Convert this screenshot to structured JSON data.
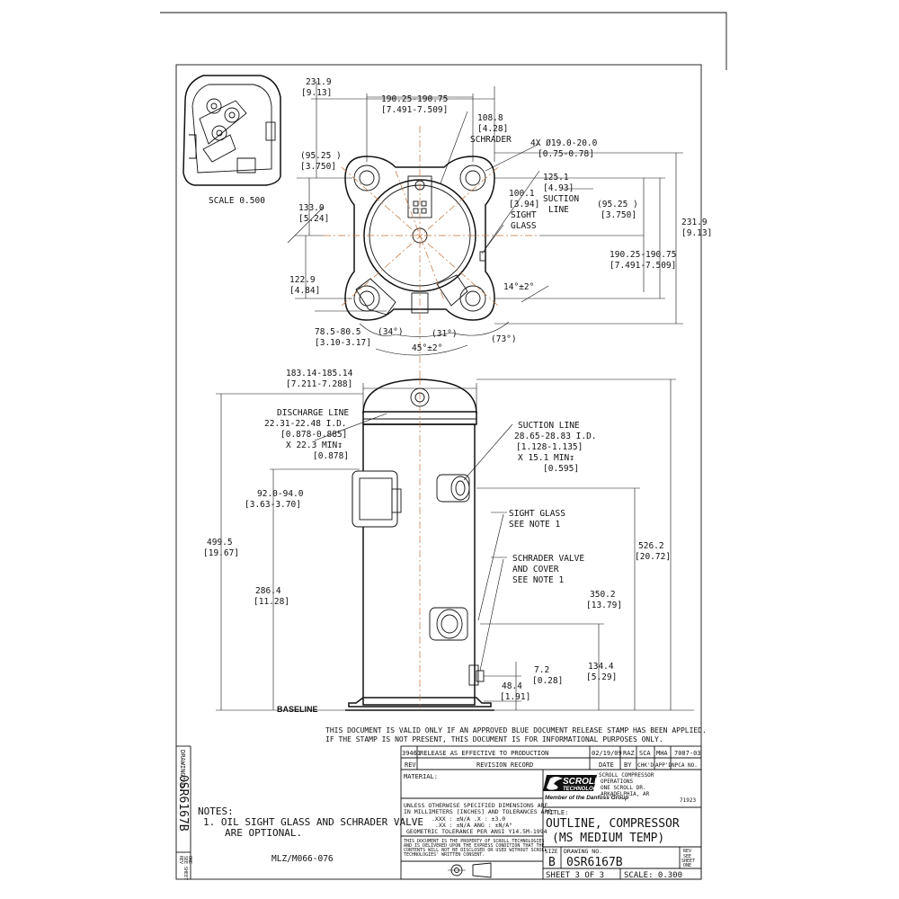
{
  "dims_top": {
    "d1": "231.9",
    "d1b": "[9.13]",
    "d2": "190.25-190.75",
    "d2b": "[7.491-7.509]",
    "d3": "108.8",
    "d3b": "[4.28]",
    "d3c": "SCHRADER",
    "d4": "4X Ø19.0-20.0",
    "d4b": "[0.75-0.78]",
    "d5": "(95.25 )",
    "d5b": "[3.750]",
    "d6": "125.1",
    "d6b": "[4.93]",
    "d6c": "SUCTION",
    "d6d": "LINE",
    "d7": "100.1",
    "d7b": "[3.94]",
    "d7c": "SIGHT",
    "d7d": "GLASS",
    "d8": "133.0",
    "d8b": "[5.24]",
    "d9": "(95.25 )",
    "d9b": "[3.750]",
    "d10": "231.9",
    "d10b": "[9.13]",
    "d11": "190.25-190.75",
    "d11b": "[7.491-7.509]",
    "d12": "122.9",
    "d12b": "[4.84]",
    "d13": "14°±2°",
    "d14": "78.5-80.5",
    "d14b": "[3.10-3.17]",
    "d15": "(34°)",
    "d16": "(31°)",
    "d17": "(73°)",
    "d18": "45°±2°",
    "scale": "SCALE 0.500"
  },
  "dims_side": {
    "s1": "183.14-185.14",
    "s1b": "[7.211-7.288]",
    "s2": "DISCHARGE LINE",
    "s2b": "22.31-22.48 I.D.",
    "s2c": "[0.878-0.885]",
    "s2d": "X 22.3 MIN↧",
    "s2e": "[0.878]",
    "s3": "SUCTION LINE",
    "s3b": "28.65-28.83 I.D.",
    "s3c": "[1.128-1.135]",
    "s3d": "X 15.1 MIN↧",
    "s3e": "[0.595]",
    "s4": "92.0-94.0",
    "s4b": "[3.63-3.70]",
    "s5": "SIGHT GLASS",
    "s5b": "SEE NOTE 1",
    "s6": "499.5",
    "s6b": "[19.67]",
    "s7": "SCHRADER VALVE",
    "s7b": "AND COVER",
    "s7c": "SEE NOTE 1",
    "s8": "526.2",
    "s8b": "[20.72]",
    "s9": "286.4",
    "s9b": "[11.28]",
    "s10": "350.2",
    "s10b": "[13.79]",
    "s11": "134.4",
    "s11b": "[5.29]",
    "s12": "7.2",
    "s12b": "[0.28]",
    "s13": "48.4",
    "s13b": "[1.91]",
    "baseline": "BASELINE"
  },
  "validity": {
    "line1": "THIS DOCUMENT IS VALID ONLY IF AN APPROVED BLUE DOCUMENT RELEASE STAMP HAS BEEN APPLIED.",
    "line2": "IF THE STAMP IS NOT PRESENT, THIS DOCUMENT IS FOR INFORMATIONAL PURPOSES ONLY."
  },
  "revision": {
    "ecn": "39461",
    "desc": "RELEASE AS EFFECTIVE TO PRODUCTION",
    "date": "02/19/09",
    "by": "RAZ",
    "chk": "SCA",
    "app": "MHA",
    "npca": "7087-03",
    "h_rev": "REV",
    "h_record": "REVISION RECORD",
    "h_date": "DATE",
    "h_by": "BY",
    "h_chk": "CHK'D",
    "h_app": "APP'D",
    "h_npca": "NPCA NO."
  },
  "titleblock": {
    "material": "MATERIAL:",
    "tol1": "UNLESS OTHERWISE SPECIFIED DIMENSIONS ARE",
    "tol2": "IN MILLIMETERS [INCHES] AND TOLERANCES ARE:",
    "tol3": ".XXX : ±N/A    .X : ±3.0",
    "tol4": ".XX : ±N/A  ANG : ±N/A°",
    "tol5": "GEOMETRIC TOLERANCE PER ANSI Y14.5M-1994",
    "prop1": "THIS DOCUMENT IS THE PROPERTY OF SCROLL TECHNOLOGIES",
    "prop2": "AND IS DELIVERED UPON THE EXPRESS CONDITION THAT THE",
    "prop3": "CONTENTS WILL NOT BE DISCLOSED OR USED WITHOUT SCROLL",
    "prop4": "TECHNOLOGIES' WRITTEN CONSENT.",
    "logo1": "SCROLL",
    "logo2": "TECHNOLOGIES",
    "logo3": "Member of the Danfoss Group",
    "addr1": "SCROLL COMPRESSOR",
    "addr2": "OPERATIONS",
    "addr3": "ONE SCROLL DR.",
    "addr4": "ARKADELPHIA, AR",
    "addr5": "71923",
    "title_label": "TITLE:",
    "title1": "OUTLINE, COMPRESSOR",
    "title2": "(MS MEDIUM TEMP)",
    "size_label": "SIZE",
    "size": "B",
    "dwg_label": "DRAWING NO.",
    "dwg": "0SR6167B",
    "rev_label1": "REV",
    "rev_label2": "SEE",
    "rev_label3": "SHEET",
    "rev_label4": "ONE",
    "sheet": "SHEET 3 OF 3",
    "scale": "SCALE: 0.300"
  },
  "side_tab": {
    "label": "DRAWING NO.",
    "dwg": "0SR6167B",
    "rev1": "REV",
    "rev2": "SEE SHEET",
    "rev3": "ONE"
  },
  "notes": {
    "title": "NOTES:",
    "n1a": "1. OIL SIGHT GLASS AND SCHRADER VALVE",
    "n1b": "ARE OPTIONAL.",
    "ref": "MLZ/M066-076"
  }
}
